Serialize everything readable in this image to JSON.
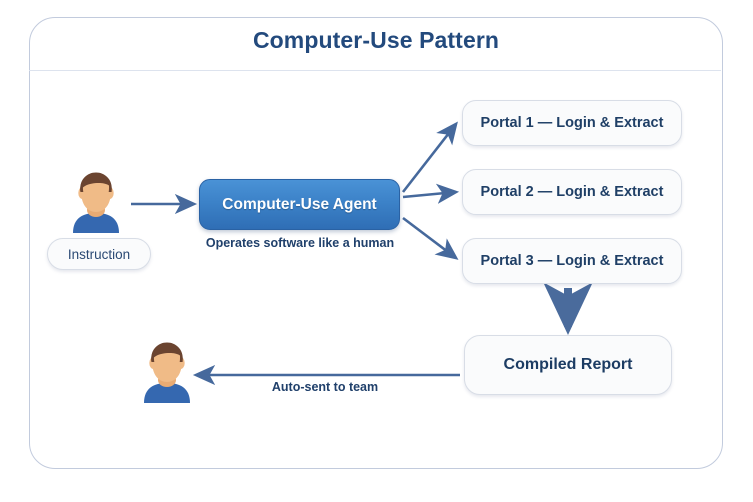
{
  "diagram": {
    "title": "Computer-Use Pattern",
    "agent": {
      "label": "Computer-Use Agent",
      "caption": "Operates software like a human",
      "fill_top": "#4a92d6",
      "fill_bottom": "#2f6eb5",
      "text_color": "#ffffff"
    },
    "instruction": {
      "label": "Instruction"
    },
    "portals": [
      {
        "label": "Portal 1 — Login & Extract"
      },
      {
        "label": "Portal 2 — Login & Extract"
      },
      {
        "label": "Portal 3 — Login & Extract"
      }
    ],
    "report": {
      "label": "Compiled Report"
    },
    "delivery": {
      "label": "Auto-sent to team"
    },
    "avatars": [
      {
        "name": "instruction-user-avatar",
        "hair": "#6b4430",
        "skin": "#f0bb87",
        "shirt": "#3568b0"
      },
      {
        "name": "team-recipient-avatar",
        "hair": "#6b4430",
        "skin": "#f0bb87",
        "shirt": "#3568b0"
      }
    ],
    "colors": {
      "frame_border": "#c2cbdd",
      "title_text": "#234a7d",
      "node_fill": "#fafbfc",
      "node_border": "#d8dde6",
      "node_text": "#1f3f66",
      "connector": "#46699c",
      "background": "#ffffff"
    }
  }
}
